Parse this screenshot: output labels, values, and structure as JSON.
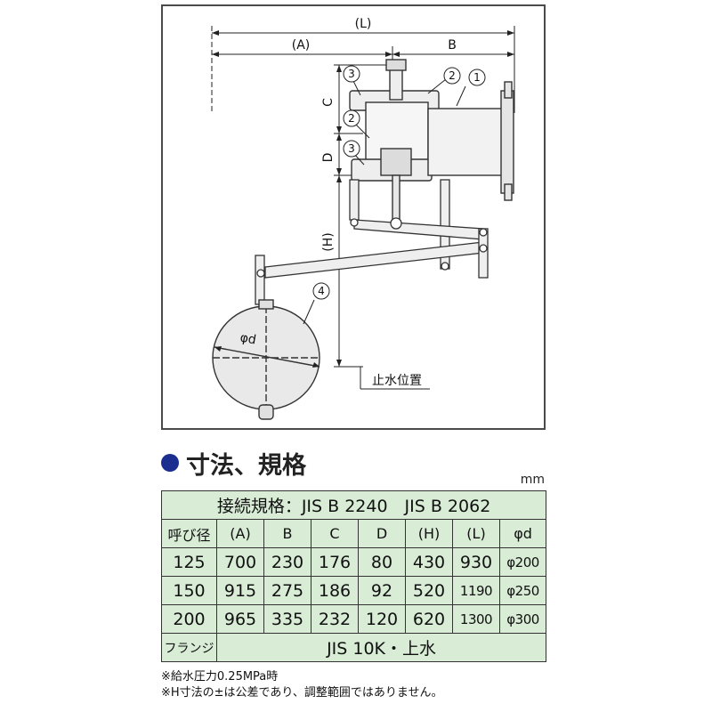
{
  "drawing": {
    "dim_L": "(L)",
    "dim_A": "(A)",
    "dim_B": "B",
    "dim_C": "C",
    "dim_D": "D",
    "dim_H": "(H)",
    "dim_d": "φd",
    "callout_1": "1",
    "callout_2a": "2",
    "callout_2b": "2",
    "callout_3a": "3",
    "callout_3b": "3",
    "callout_4": "4",
    "stop_water_label": "止水位置"
  },
  "section": {
    "title": "寸法、規格",
    "unit": "mm"
  },
  "table": {
    "connection_spec": "接続規格：JIS B 2240　JIS B 2062",
    "headers": [
      "呼び径",
      "(A)",
      "B",
      "C",
      "D",
      "(H)",
      "(L)",
      "φd"
    ],
    "rows": [
      [
        "125",
        "700",
        "230",
        "176",
        "80",
        "430",
        "930",
        "φ200"
      ],
      [
        "150",
        "915",
        "275",
        "186",
        "92",
        "520",
        "1190",
        "φ250"
      ],
      [
        "200",
        "965",
        "335",
        "232",
        "120",
        "620",
        "1300",
        "φ300"
      ]
    ],
    "flange_label": "フランジ",
    "flange_value": "JIS 10K・上水"
  },
  "notes": [
    "※給水圧力0.25MPa時",
    "※H寸法の±は公差であり、調整範囲ではありません。"
  ]
}
